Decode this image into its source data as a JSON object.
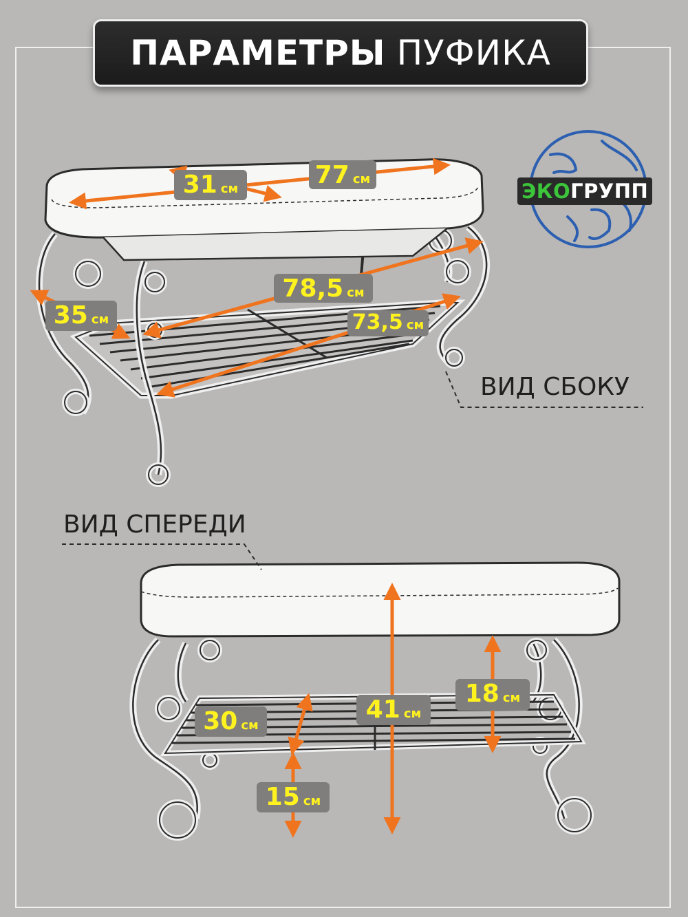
{
  "title": {
    "bold": "ПАРАМЕТРЫ",
    "light": "ПУФИКА"
  },
  "logo": {
    "part1": "ЭКО",
    "part2": "ГРУПП",
    "globe_icon": "globe-icon",
    "accent_color": "#3cc43b",
    "globe_color": "#2c5fb0"
  },
  "views": {
    "side": "ВИД СБОКУ",
    "front": "ВИД СПЕРЕДИ"
  },
  "dimensions": {
    "seat_depth": {
      "value": "31",
      "unit": "см"
    },
    "seat_length": {
      "value": "77",
      "unit": "см"
    },
    "side_depth": {
      "value": "35",
      "unit": "см"
    },
    "frame_length": {
      "value": "78,5",
      "unit": "см"
    },
    "shelf_length": {
      "value": "73,5",
      "unit": "см"
    },
    "shelf_depth": {
      "value": "30",
      "unit": "см"
    },
    "total_height": {
      "value": "41",
      "unit": "см"
    },
    "seat_to_shelf": {
      "value": "18",
      "unit": "см"
    },
    "shelf_height": {
      "value": "15",
      "unit": "см"
    }
  },
  "colors": {
    "arrow": "#f0741e",
    "label_text": "#fff21f",
    "label_bg": "#7f7e7c",
    "background": "#b9b8b7"
  }
}
